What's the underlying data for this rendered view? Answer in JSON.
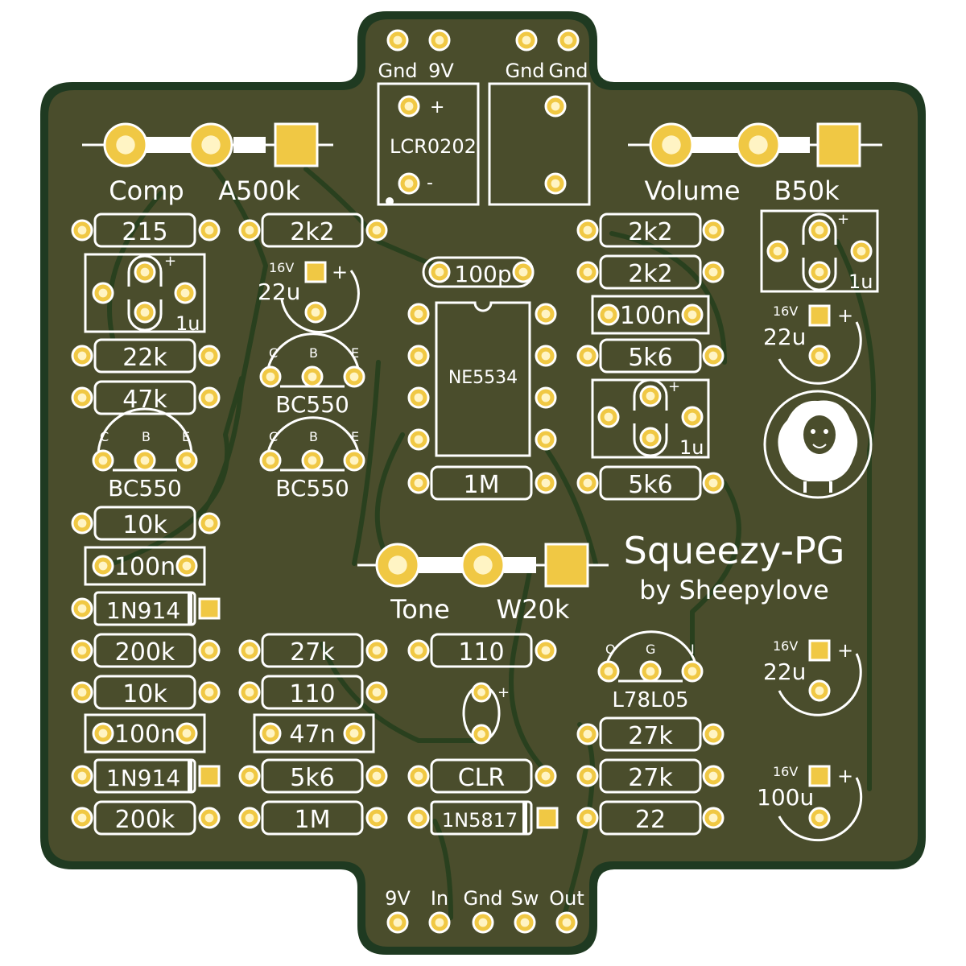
{
  "board": {
    "title": "Squeezy-PG",
    "subtitle": "by Sheepylove",
    "colors": {
      "board": "#4a4d2c",
      "edge": "#1f3a21",
      "pad": "#f0c844",
      "hole": "#fff4c4",
      "silk": "#ffffff",
      "trace": "#29401e"
    },
    "logo_icon": "sheep-icon"
  },
  "top_connector": {
    "labels": [
      "Gnd",
      "9V",
      "Gnd",
      "Gnd"
    ]
  },
  "bottom_connector": {
    "labels": [
      "9V",
      "In",
      "Gnd",
      "Sw",
      "Out"
    ]
  },
  "pots": [
    {
      "name": "Comp",
      "value": "A500k"
    },
    {
      "name": "Volume",
      "value": "B50k"
    },
    {
      "name": "Tone",
      "value": "W20k"
    }
  ],
  "ldr": {
    "label": "LCR0202",
    "plus": "+",
    "minus": "-"
  },
  "ic": {
    "label": "NE5534"
  },
  "components": {
    "left": [
      "215",
      "22k",
      "47k",
      "10k",
      "100n",
      "1N914",
      "200k",
      "10k",
      "100n",
      "1N914",
      "200k"
    ],
    "center_left": [
      "2k2",
      "27k",
      "110",
      "47n",
      "5k6",
      "1M"
    ],
    "center": [
      "100p",
      "1M",
      "110",
      "CLR",
      "1N5817"
    ],
    "right": [
      "2k2",
      "2k2",
      "100n",
      "5k6",
      "5k6",
      "27k",
      "27k",
      "22"
    ]
  },
  "caps": [
    {
      "voltage": "16V",
      "value": "22u",
      "plus": "+"
    },
    {
      "voltage": "16V",
      "value": "22u",
      "plus": "+"
    },
    {
      "voltage": "16V",
      "value": "22u",
      "plus": "+"
    },
    {
      "voltage": "16V",
      "value": "100u",
      "plus": "+"
    }
  ],
  "small_caps": [
    "1u",
    "1u",
    "1u"
  ],
  "transistors": [
    {
      "name": "BC550",
      "pins": [
        "C",
        "B",
        "E"
      ]
    },
    {
      "name": "BC550",
      "pins": [
        "C",
        "B",
        "E"
      ]
    },
    {
      "name": "BC550",
      "pins": [
        "C",
        "B",
        "E"
      ]
    }
  ],
  "regulator": {
    "name": "L78L05",
    "pins": [
      "O",
      "G",
      "I"
    ]
  }
}
